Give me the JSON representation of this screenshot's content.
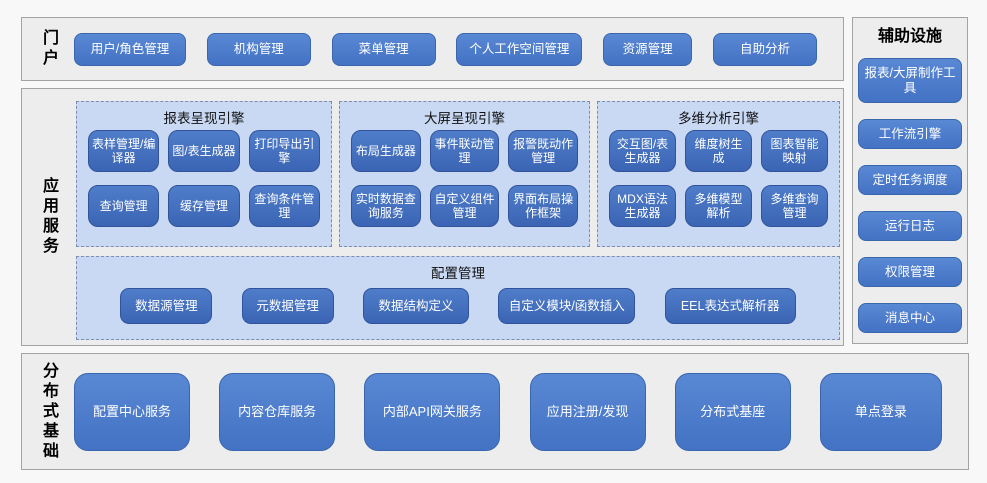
{
  "colors": {
    "accent_blue": "#4472c4",
    "button_border": "#31539b",
    "panel_bg": "#c9d9f3",
    "section_bg": "#ededed",
    "section_border": "#a3a3a3",
    "button_text": "#ffffff"
  },
  "portal": {
    "label": "门户",
    "items": [
      "用户/角色管理",
      "机构管理",
      "菜单管理",
      "个人工作空间管理",
      "资源管理",
      "自助分析"
    ]
  },
  "app_services": {
    "label": "应用服务",
    "panels": [
      {
        "title": "报表呈现引擎",
        "items": [
          "表样管理/编译器",
          "图/表生成器",
          "打印导出引擎",
          "查询管理",
          "缓存管理",
          "查询条件管理"
        ]
      },
      {
        "title": "大屏呈现引擎",
        "items": [
          "布局生成器",
          "事件联动管理",
          "报警既动作管理",
          "实时数据查询服务",
          "自定义组件管理",
          "界面布局操作框架"
        ]
      },
      {
        "title": "多维分析引擎",
        "items": [
          "交互图/表生成器",
          "维度树生成",
          "图表智能映射",
          "MDX语法生成器",
          "多维模型解析",
          "多维查询管理"
        ]
      }
    ],
    "config_panel": {
      "title": "配置管理",
      "items": [
        "数据源管理",
        "元数据管理",
        "数据结构定义",
        "自定义模块/函数插入",
        "EEL表达式解析器"
      ]
    }
  },
  "distributed": {
    "label": "分布式基础",
    "items": [
      "配置中心服务",
      "内容仓库服务",
      "内部API网关服务",
      "应用注册/发现",
      "分布式基座",
      "单点登录"
    ]
  },
  "auxiliary": {
    "label": "辅助设施",
    "items": [
      "报表/大屏制作工具",
      "工作流引擎",
      "定时任务调度",
      "运行日志",
      "权限管理",
      "消息中心"
    ]
  }
}
